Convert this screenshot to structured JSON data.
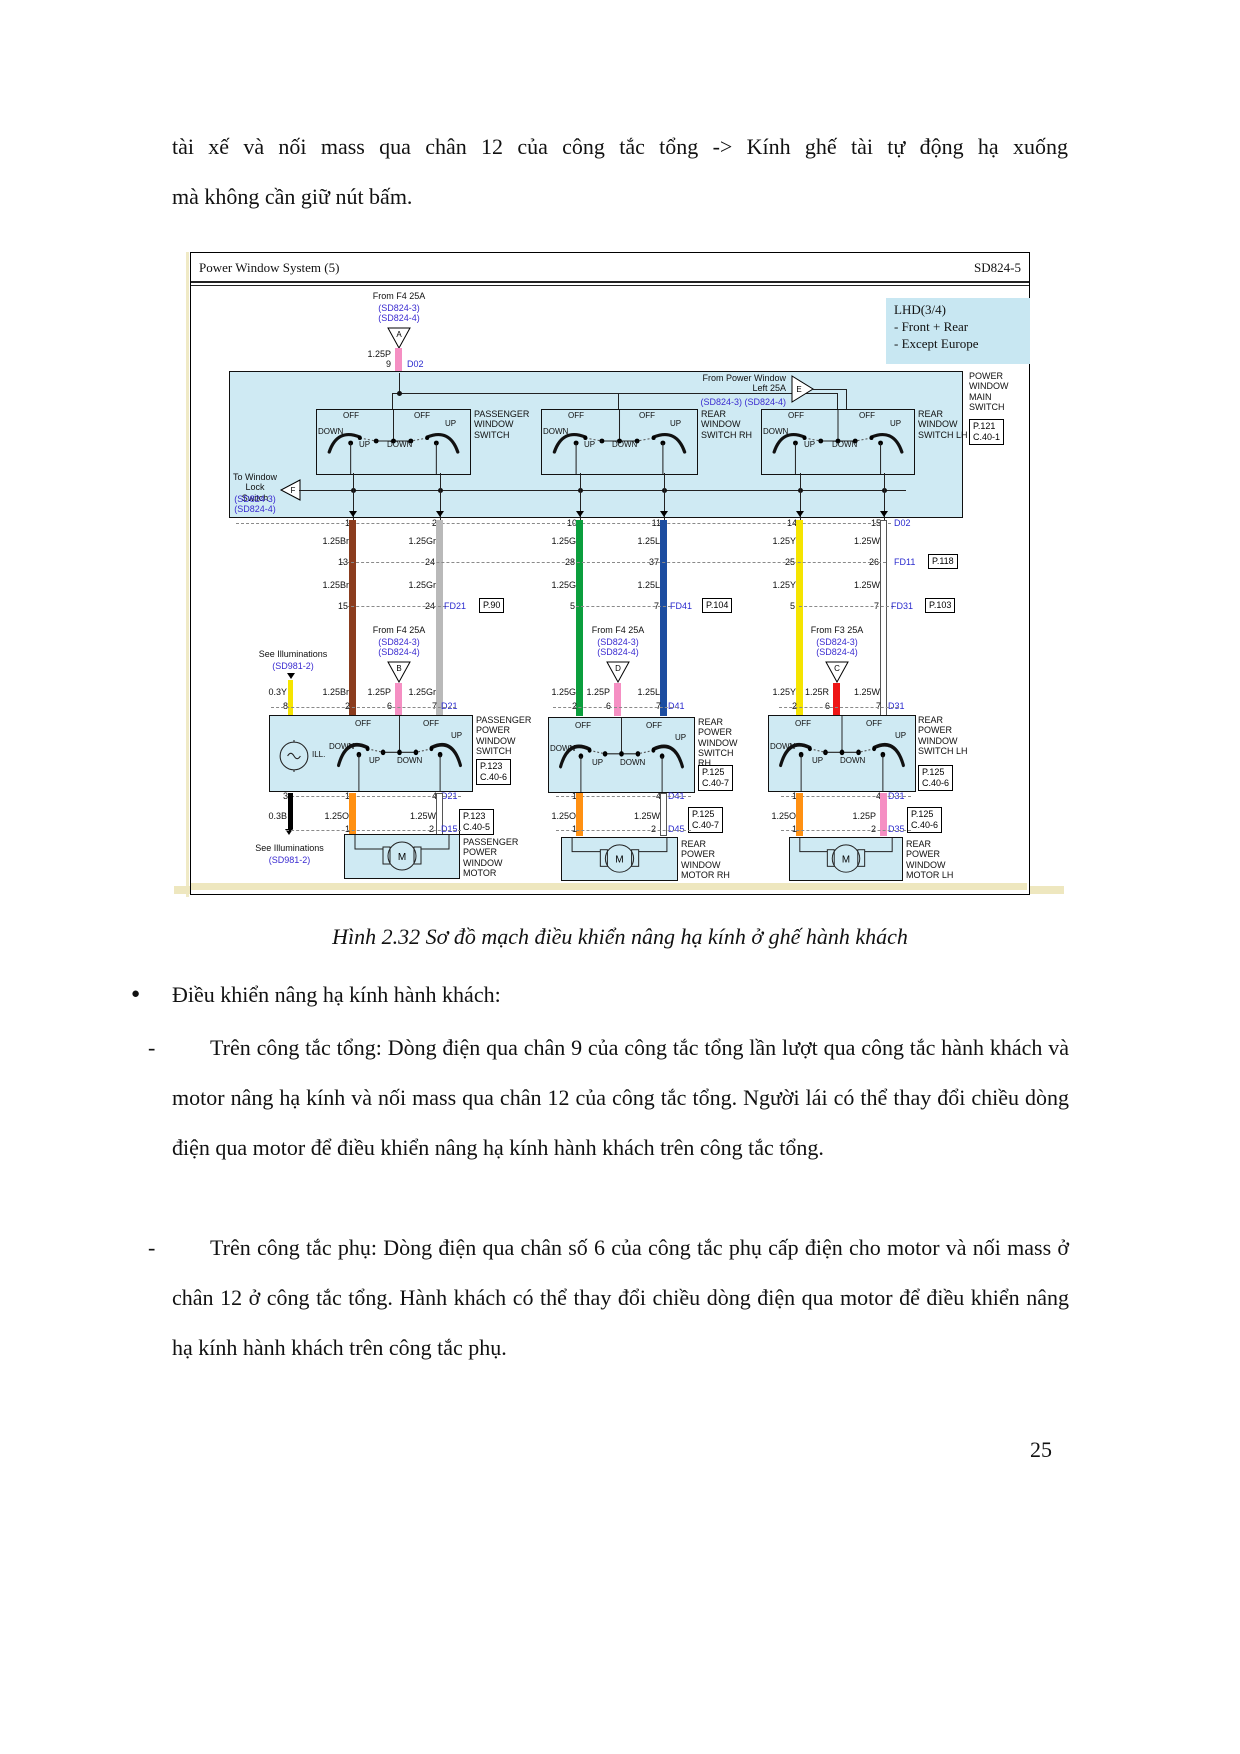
{
  "page": {
    "intro_line1": "tài xế và nối mass qua chân 12 của công tắc tổng ->  Kính ghế tài tự động hạ xuống",
    "intro_line2": "mà không cần giữ nút bấm.",
    "caption": "Hình 2.32 Sơ đồ mạch điều khiển nâng hạ kính ở ghế hành khách",
    "bullet_marker": "●",
    "bullet_text": "Điều khiển nâng hạ kính hành khách:",
    "dash": "-",
    "para1": "Trên công tắc tổng: Dòng điện qua chân 9 của công tắc tổng lần lượt qua công tắc hành khách và motor nâng hạ kính và nối mass qua chân 12 của công tắc tổng. Người lái có thể thay đổi chiều dòng điện qua motor để điều khiển nâng hạ kính hành khách trên công tắc tổng.",
    "para2": "Trên công tắc phụ: Dòng điện qua chân số 6 của công tắc phụ cấp điện cho motor và nối mass ở chân 12 ở công tắc tổng. Hành khách có thể thay đổi chiều dòng điện qua motor để điều khiển nâng hạ kính hành khách trên công tắc phụ.",
    "page_number": "25"
  },
  "diagram": {
    "title": "Power Window System (5)",
    "code": "SD824-5",
    "lhd": {
      "l1": "LHD(3/4)",
      "l2": "- Front + Rear",
      "l3": "- Except Europe"
    },
    "colors": {
      "light_blue": "#cfeaf3",
      "brown": "#8a3c1e",
      "gray": "#b9b9b9",
      "green": "#0b9e3d",
      "blue": "#1c4da0",
      "yellow": "#f5e400",
      "white": "#ffffff",
      "pink": "#f58fc3",
      "orange": "#ff9012",
      "red": "#ee1515",
      "black": "#000000",
      "ref_blue": "#3a2bd0"
    },
    "feeds": {
      "f4": "From F4 25A",
      "f3": "From F3 25A",
      "power_window_left": "From Power Window Left 25A",
      "to_window_lock": "To Window Lock Switch",
      "see_illuminations": "See Illuminations",
      "refs_pair": "(SD824-3) (SD824-4)",
      "ref_sd98": "(SD981-2)"
    },
    "triangles": {
      "a": "A",
      "b": "B",
      "c": "C",
      "d": "D",
      "e": "E",
      "f": "F"
    },
    "sw": {
      "off": "OFF",
      "up": "UP",
      "down": "DOWN",
      "ill": "ILL.",
      "motor": "M"
    },
    "blocks": {
      "main_switch": "POWER WINDOW MAIN SWITCH",
      "passenger_window_switch": "PASSENGER WINDOW SWITCH",
      "rear_window_switch_rh": "REAR WINDOW SWITCH RH",
      "rear_window_switch_lh": "REAR WINDOW SWITCH LH",
      "passenger_power_window_switch": "PASSENGER POWER WINDOW SWITCH",
      "rear_power_window_switch_rh": "REAR POWER WINDOW SWITCH RH",
      "rear_power_window_switch_lh": "REAR POWER WINDOW SWITCH LH",
      "passenger_power_window_motor": "PASSENGER POWER WINDOW MOTOR",
      "rear_power_window_motor_rh": "REAR POWER WINDOW MOTOR RH",
      "rear_power_window_motor_lh": "REAR POWER WINDOW MOTOR LH"
    },
    "top_feed": {
      "wire": "1.25P",
      "pin": "9"
    },
    "tags": {
      "d02": "D02",
      "d21": "D21",
      "d41": "D41",
      "d31": "D31",
      "d15": "D15",
      "d45": "D45",
      "d35": "D35",
      "fd11": "FD11",
      "fd21": "FD21",
      "fd41": "FD41",
      "fd31": "FD31"
    },
    "main_out_pins": [
      "1",
      "2",
      "10",
      "11",
      "14",
      "15"
    ],
    "row1_pins": [
      "13",
      "24",
      "28",
      "37",
      "25",
      "26"
    ],
    "wire_labels": [
      "1.25Br",
      "1.25Gr",
      "1.25G",
      "1.25L",
      "1.25Y",
      "1.25W"
    ],
    "row2_pins": [
      "15",
      "24",
      "5",
      "7",
      "5",
      "7"
    ],
    "feed_labels": [
      "0.3Y",
      "1.25Br",
      "1.25P",
      "1.25Gr",
      "1.25G",
      "1.25P",
      "1.25L",
      "1.25Y",
      "1.25R",
      "1.25W"
    ],
    "feed_pins": [
      "8",
      "2",
      "6",
      "7",
      "2",
      "6",
      "7",
      "2",
      "6",
      "7"
    ],
    "sw_out_pins": [
      "3",
      "1",
      "4",
      "1",
      "4",
      "1",
      "4"
    ],
    "sw_out_labels": [
      "0.3B",
      "1.25O",
      "1.25W",
      "1.25O",
      "1.25W",
      "1.25O",
      "1.25P"
    ],
    "motor_pins": [
      "1",
      "2",
      "1",
      "2",
      "1",
      "2"
    ],
    "conn": {
      "main": [
        "P.121",
        "C.40-1"
      ],
      "sw1": [
        "P.123",
        "C.40-6"
      ],
      "m1": [
        "P.123",
        "C.40-5"
      ],
      "sw2": [
        "P.125",
        "C.40-7"
      ],
      "m2": [
        "P.125",
        "C.40-7"
      ],
      "sw3": [
        "P.125",
        "C.40-6"
      ],
      "m3": [
        "P.125",
        "C.40-6"
      ],
      "fd11_box": "P.118",
      "fd21_box": "P.90",
      "fd41_box": "P.104",
      "fd31_box": "P.103"
    }
  }
}
